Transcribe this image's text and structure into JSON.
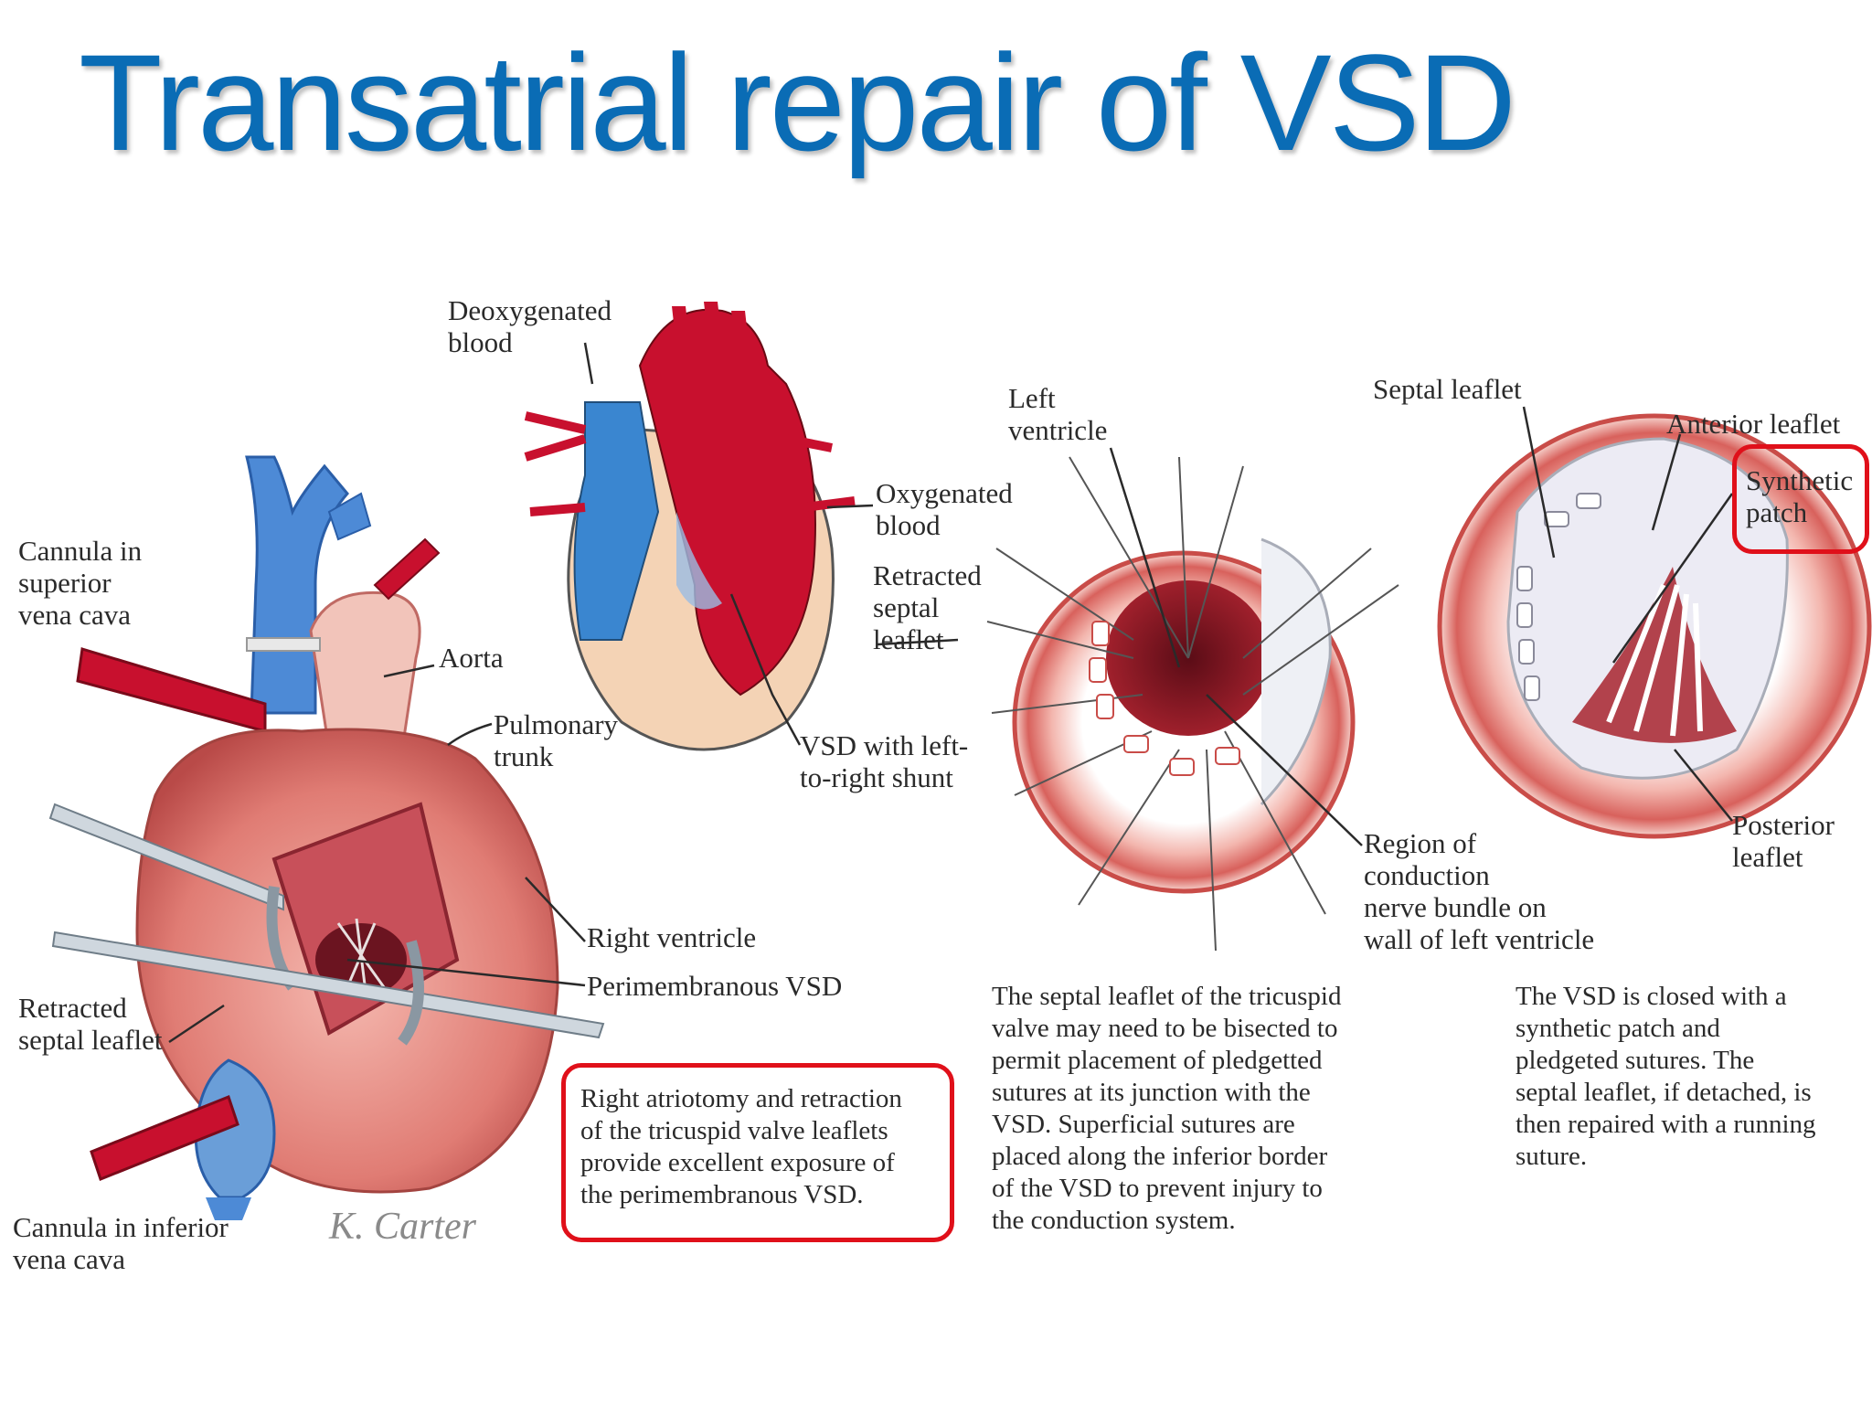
{
  "title": "Transatrial repair of VSD",
  "colors": {
    "title": "#0a6cb5",
    "highlight_box": "#e0101a",
    "oxygenated": "#c8102e",
    "deoxygenated": "#3a86d0"
  },
  "labels": {
    "cannula_svc": "Cannula in\nsuperior\nvena cava",
    "aorta": "Aorta",
    "pulmonary_trunk": "Pulmonary\ntrunk",
    "right_ventricle": "Right ventricle",
    "perimembranous_vsd": "Perimembranous VSD",
    "retracted_septal_leaflet_left": "Retracted\nseptal leaflet",
    "cannula_ivc": "Cannula in inferior\nvena cava",
    "signature": "K. Carter",
    "deoxygenated_blood": "Deoxygenated\nblood",
    "oxygenated_blood": "Oxygenated\nblood",
    "retracted_septal_leaflet_mid": "Retracted\nseptal\nleaflet",
    "vsd_shunt": "VSD with left-\nto-right shunt",
    "left_ventricle": "Left\nventricle",
    "conduction_region": "Region of\nconduction\nnerve bundle on\nwall of left ventricle",
    "septal_leaflet": "Septal leaflet",
    "anterior_leaflet": "Anterior leaflet",
    "synthetic_patch": "Synthetic\npatch",
    "posterior_leaflet": "Posterior\nleaflet"
  },
  "captions": {
    "exposure": "Right atriotomy and retraction\nof the tricuspid valve leaflets\nprovide excellent exposure of\nthe perimembranous VSD.",
    "bisect": "The septal leaflet of the tricuspid\nvalve may need to be bisected to\npermit placement of pledgetted\nsutures at its junction with the\nVSD. Superficial sutures are\nplaced along the inferior border\nof the VSD to prevent injury to\nthe conduction system.",
    "closure": "The VSD is closed with a\nsynthetic patch and\npledgeted sutures. The\nseptal leaflet, if detached, is\nthen repaired with a running\nsuture."
  }
}
